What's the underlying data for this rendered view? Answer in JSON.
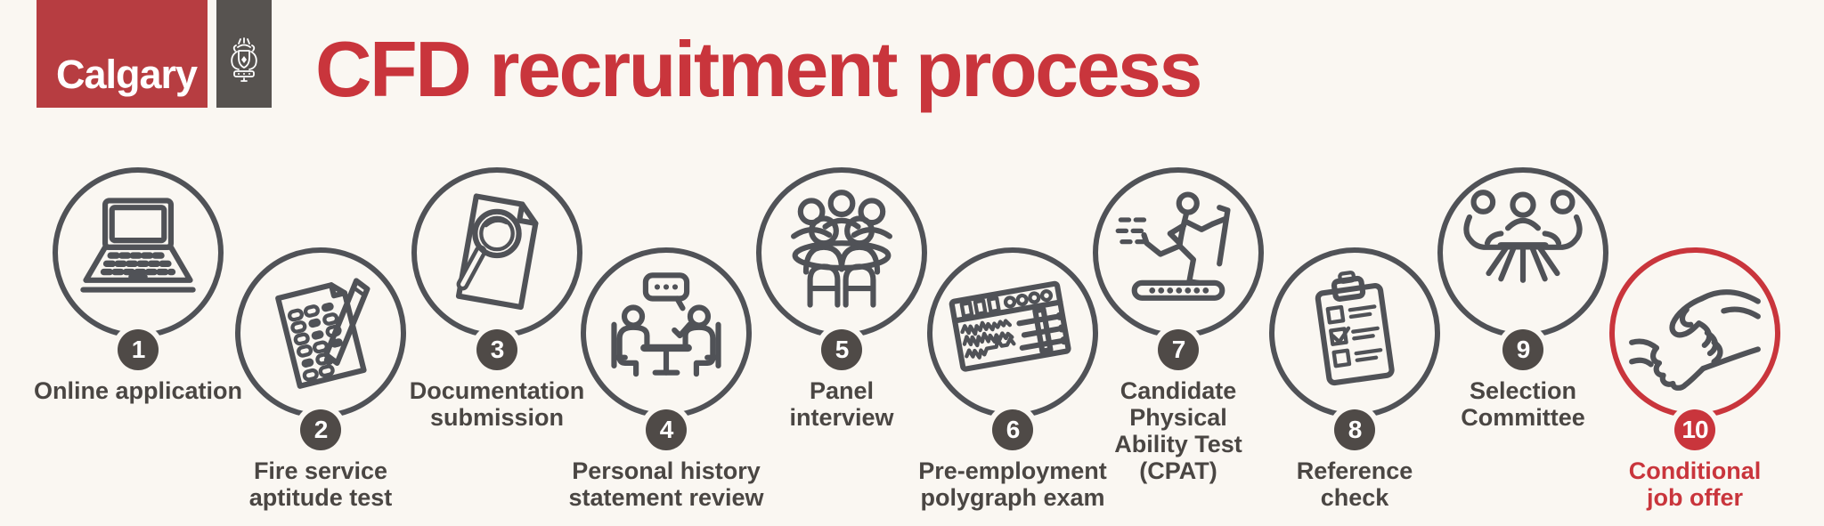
{
  "logo": {
    "wordmark": "Calgary",
    "crest_icon": "calgary-crest-icon",
    "red": "#b73d41",
    "dark": "#575350"
  },
  "title": {
    "text": "CFD recruitment process",
    "color": "#c9353c"
  },
  "colors": {
    "background": "#faf7f2",
    "ink": "#505257",
    "badge": "#4f4a47",
    "label": "#4a4643",
    "accent_red": "#c9353c"
  },
  "steps": [
    {
      "number": "1",
      "label": "Online application",
      "icon": "laptop-icon",
      "accent": false
    },
    {
      "number": "2",
      "label": "Fire service\naptitude test",
      "icon": "aptitude-test-icon",
      "accent": false
    },
    {
      "number": "3",
      "label": "Documentation\nsubmission",
      "icon": "document-magnifier-icon",
      "accent": false
    },
    {
      "number": "4",
      "label": "Personal history\nstatement review",
      "icon": "interview-table-icon",
      "accent": false
    },
    {
      "number": "5",
      "label": "Panel\ninterview",
      "icon": "panel-interview-icon",
      "accent": false
    },
    {
      "number": "6",
      "label": "Pre-employment\npolygraph exam",
      "icon": "polygraph-icon",
      "accent": false
    },
    {
      "number": "7",
      "label": "Candidate\nPhysical\nAbility Test\n(CPAT)",
      "icon": "treadmill-runner-icon",
      "accent": false
    },
    {
      "number": "8",
      "label": "Reference\ncheck",
      "icon": "checklist-clipboard-icon",
      "accent": false
    },
    {
      "number": "9",
      "label": "Selection\nCommittee",
      "icon": "selection-committee-icon",
      "accent": false
    },
    {
      "number": "10",
      "label": "Conditional\njob offer",
      "icon": "handshake-icon",
      "accent": true
    }
  ]
}
